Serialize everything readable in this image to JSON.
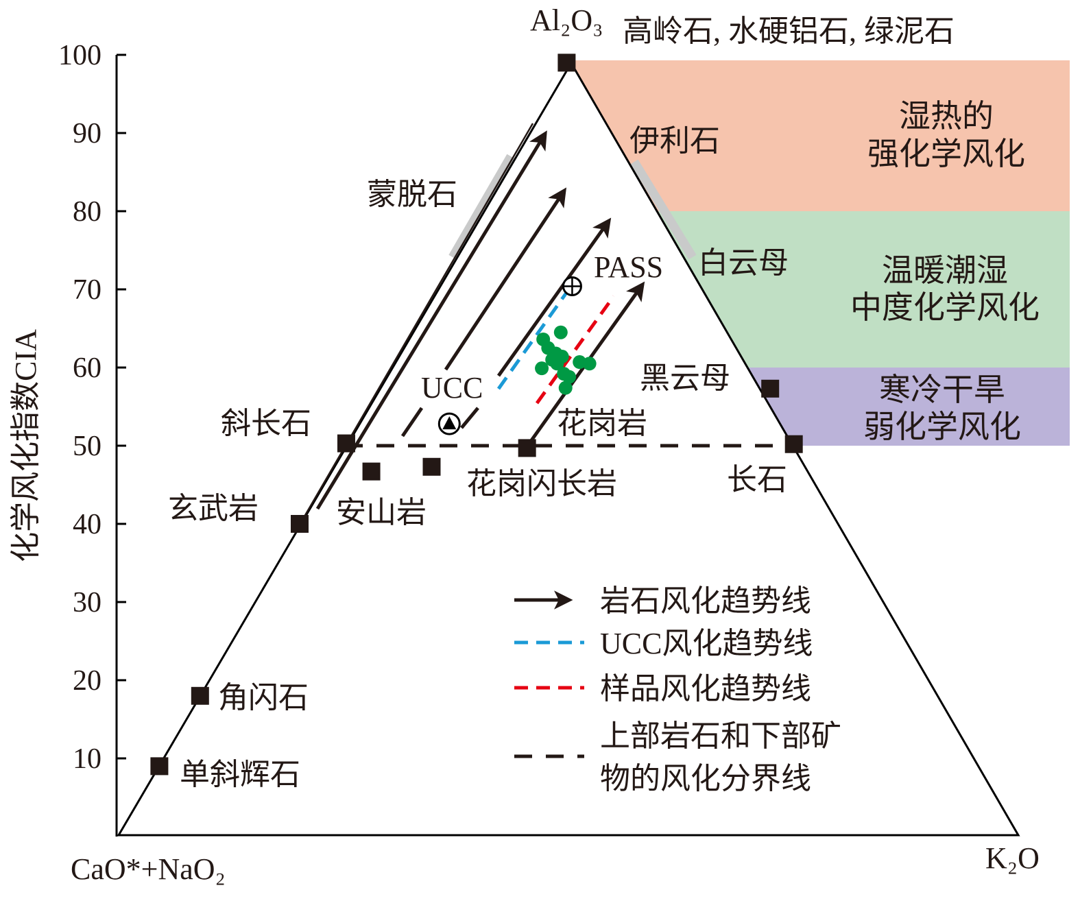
{
  "chart_data": {
    "type": "ternary",
    "title_vertex_top": "Al₂O₃",
    "top_minerals": "高岭石, 水硬铝石, 绿泥石",
    "vertex_left": "CaO*+NaO₂",
    "vertex_right": "K₂O",
    "ylabel": "化学风化指数CIA",
    "ylim": [
      0,
      100
    ],
    "yticks": [
      "10",
      "20",
      "30",
      "40",
      "50",
      "60",
      "70",
      "80",
      "90",
      "100"
    ],
    "minerals": [
      {
        "name": "Al₂O₃",
        "A": 99,
        "K": 0,
        "show_label": false
      },
      {
        "name": "斜长石",
        "A": 50.3,
        "K": 0
      },
      {
        "name": "玄武岩",
        "A": 40,
        "K": 0
      },
      {
        "name": "角闪石",
        "A": 18,
        "K": 0
      },
      {
        "name": "单斜辉石",
        "A": 9,
        "K": 0
      },
      {
        "name": "安山岩",
        "A": 46.7,
        "K": 4.6
      },
      {
        "name": "花岗闪长岩",
        "A": 47.3,
        "K": 11
      },
      {
        "name": "花岗岩",
        "A": 49.7,
        "K": 20.4
      },
      {
        "name": "黑云母",
        "A": 57.3,
        "K": 43.6
      },
      {
        "name": "长石",
        "A": 50.2,
        "K": 49.8
      }
    ],
    "mineral_labels_only": [
      "蒙脱石",
      "伊利石",
      "白云母"
    ],
    "references": [
      {
        "name": "UCC",
        "A": 52.8,
        "K": 10.2,
        "marker": "circle-triangle"
      },
      {
        "name": "PASS",
        "A": 70.4,
        "K": 15.0,
        "marker": "circle-plus"
      }
    ],
    "samples": [
      {
        "A": 64.5,
        "K": 16.7
      },
      {
        "A": 63.6,
        "K": 15.2
      },
      {
        "A": 62.5,
        "K": 16.3
      },
      {
        "A": 61.8,
        "K": 17.5
      },
      {
        "A": 61.4,
        "K": 18.4
      },
      {
        "A": 59.9,
        "K": 16.9
      },
      {
        "A": 60.5,
        "K": 18.3
      },
      {
        "A": 59.2,
        "K": 19.7
      },
      {
        "A": 60.7,
        "K": 20.7
      },
      {
        "A": 60.5,
        "K": 21.9
      },
      {
        "A": 58.8,
        "K": 20.5
      },
      {
        "A": 57.4,
        "K": 20.8
      },
      {
        "A": 61.0,
        "K": 17.5
      }
    ],
    "zones": [
      {
        "lines": [
          "湿热的",
          "强化学风化"
        ],
        "cia_range": [
          80,
          100
        ],
        "color": "#f6c4ad"
      },
      {
        "lines": [
          "温暖潮湿",
          "中度化学风化"
        ],
        "cia_range": [
          60,
          80
        ],
        "color": "#c0dfc4"
      },
      {
        "lines": [
          "寒冷干旱",
          "弱化学风化"
        ],
        "cia_range": [
          50,
          60
        ],
        "color": "#bbb3d9"
      }
    ],
    "boundary_cia": 50,
    "legend": [
      {
        "label": "岩石风化趋势线",
        "style": "arrow",
        "color": "#231815"
      },
      {
        "label": "UCC风化趋势线",
        "style": "dashed",
        "color": "#1b9ad6"
      },
      {
        "label": "样品风化趋势线",
        "style": "dashed",
        "color": "#e60012"
      },
      {
        "label": "上部岩石和下部矿物的风化分界线",
        "lines": [
          "上部岩石和下部矿",
          "物的风化分界线"
        ],
        "style": "dashed",
        "color": "#231815"
      }
    ],
    "sample_color": "#009944"
  }
}
